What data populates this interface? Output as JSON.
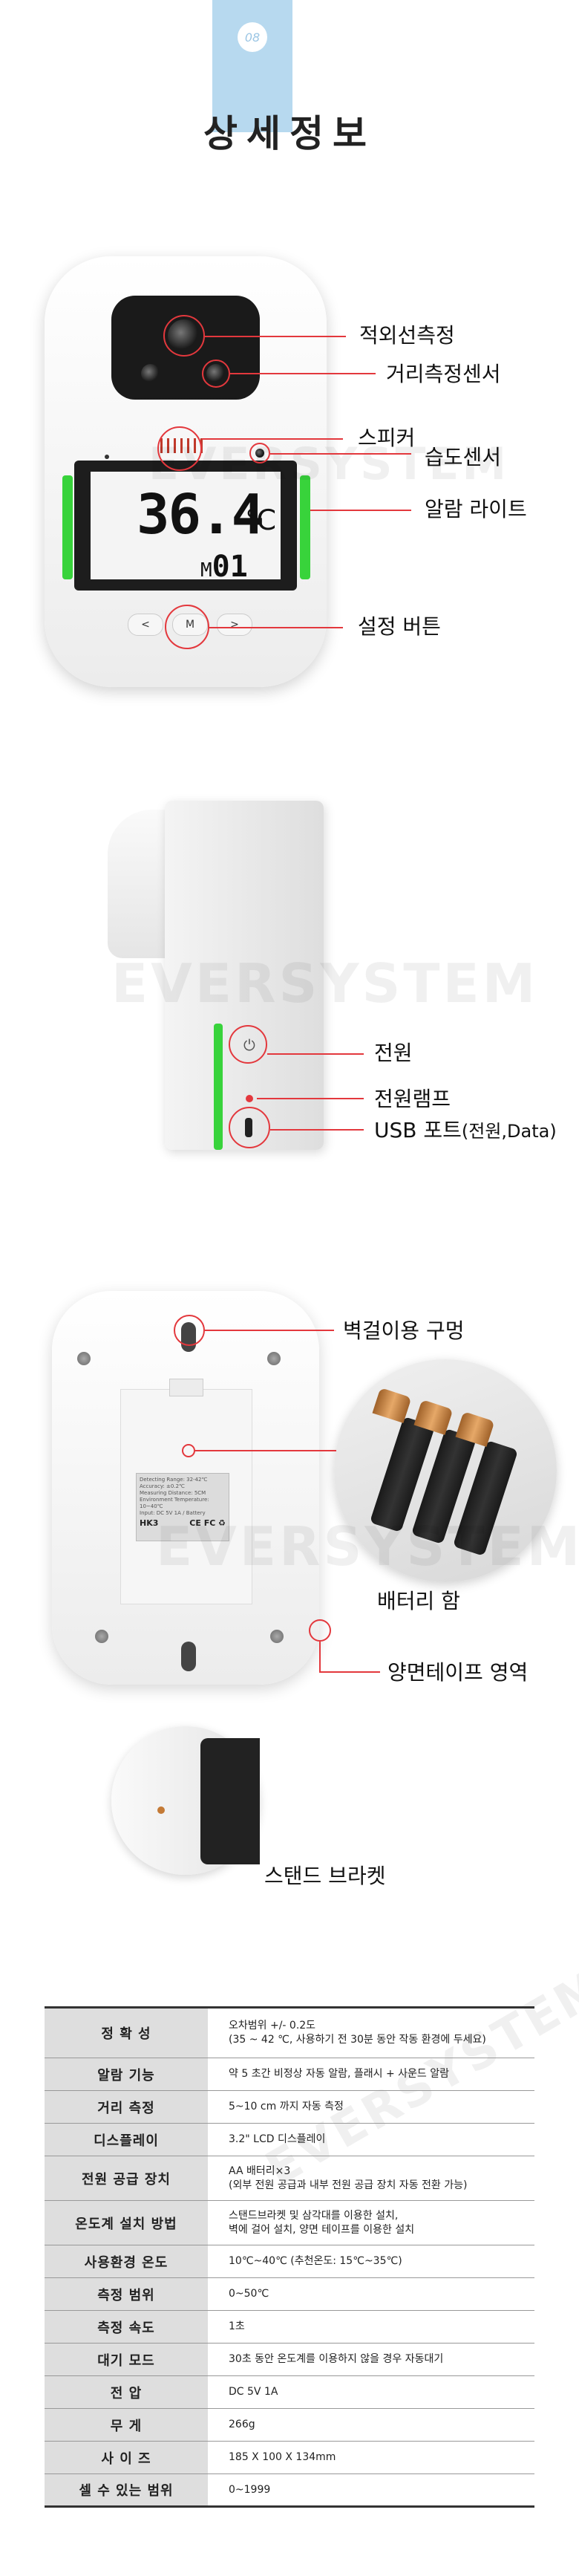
{
  "header": {
    "badge_number": "08",
    "title": "상세정보"
  },
  "watermark": "EVERSYSTEM",
  "front_view": {
    "display_temp": "36.4",
    "display_unit": "℃",
    "display_mode_prefix": "M",
    "display_mode_value": "01",
    "buttons": {
      "left": "<",
      "middle": "M",
      "right": ">"
    },
    "callouts": {
      "ir_sensor": "적외선측정",
      "distance_sensor": "거리측정센서",
      "speaker": "스피커",
      "humidity_sensor": "습도센서",
      "alarm_light": "알람 라이트",
      "setting_button": "설정 버튼"
    }
  },
  "side_view": {
    "power_icon": "⏻",
    "callouts": {
      "power": "전원",
      "power_lamp": "전원램프",
      "usb_port_main": "USB 포트",
      "usb_port_sub": "(전원,Data)"
    }
  },
  "back_view": {
    "plate": {
      "lines": [
        "Detecting Range: 32-42℃",
        "Accuracy: ±0.2℃",
        "Measuring Distance: 5CM",
        "Environment Temperature: 10~40℃",
        "Input: DC 5V 1A / Battery"
      ],
      "model": "HK3",
      "marks": "CE FC ♻"
    },
    "callouts": {
      "wall_hole": "벽걸이용 구멍",
      "battery_case": "배터리 함",
      "tape_area": "양면테이프 영역",
      "stand_bracket": "스탠드 브라켓"
    }
  },
  "spec_table": [
    {
      "key": "정 확 성",
      "value": [
        "오차범위 +/- 0.2도",
        "(35 ~ 42 ℃, 사용하기 전 30분 동안 작동 환경에 두세요)"
      ]
    },
    {
      "key": "알람 기능",
      "value": [
        "약 5 초간 비정상 자동 알람, 플래시 + 사운드 알람"
      ]
    },
    {
      "key": "거리 측정",
      "value": [
        "5~10 cm 까지 자동 측정"
      ]
    },
    {
      "key": "디스플레이",
      "value": [
        "3.2\" LCD 디스플레이"
      ]
    },
    {
      "key": "전원 공급 장치",
      "value": [
        "AA 배터리×3",
        "(외부 전원 공급과 내부 전원 공급 장치 자동 전환 가능)"
      ]
    },
    {
      "key": "온도계 설치 방법",
      "value": [
        "스탠드브라켓 및 삼각대를 이용한 설치,",
        "벽에 걸어 설치, 양면 테이프를 이용한 설치"
      ]
    },
    {
      "key": "사용환경 온도",
      "value": [
        "10℃~40℃ (추천온도: 15℃~35℃)"
      ]
    },
    {
      "key": "측정 범위",
      "value": [
        "0~50℃"
      ]
    },
    {
      "key": "측정 속도",
      "value": [
        "1초"
      ]
    },
    {
      "key": "대기 모드",
      "value": [
        "30초 동안 온도계를 이용하지 않을 경우 자동대기"
      ]
    },
    {
      "key": "전 압",
      "value": [
        "DC 5V 1A"
      ]
    },
    {
      "key": "무 게",
      "value": [
        "266g"
      ]
    },
    {
      "key": "사 이 즈",
      "value": [
        "185 X 100 X 134mm"
      ]
    },
    {
      "key": "셀 수 있는 범위",
      "value": [
        "0~1999"
      ]
    }
  ]
}
